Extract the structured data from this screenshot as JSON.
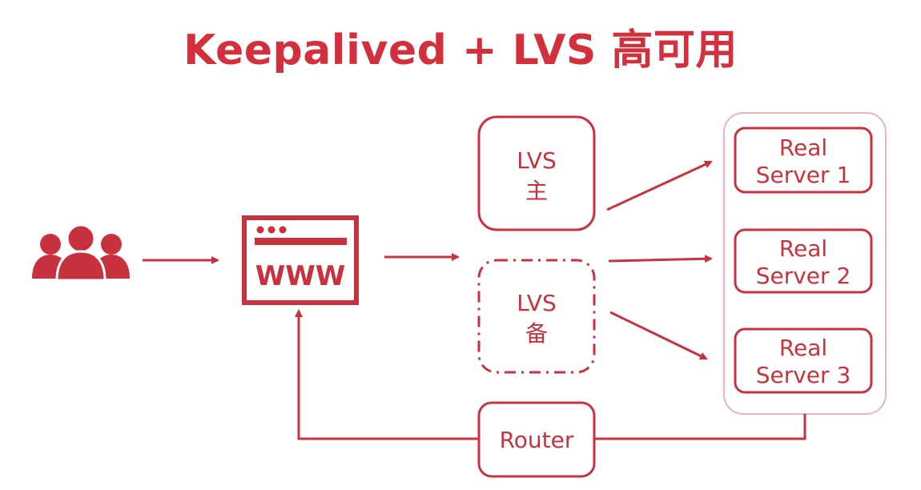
{
  "title": "Keepalived + LVS 高可用",
  "colors": {
    "accent": "#c8323e",
    "group_border": "#e3b7bb"
  },
  "nodes": {
    "users": {
      "icon": "users-icon"
    },
    "web": {
      "label": "WWW",
      "icon": "browser-window-icon"
    },
    "lvs_master": {
      "line1": "LVS",
      "line2": "主"
    },
    "lvs_backup": {
      "line1": "LVS",
      "line2": "备",
      "style": "dash-dot"
    },
    "real_servers": [
      {
        "line1": "Real",
        "line2": "Server 1"
      },
      {
        "line1": "Real",
        "line2": "Server 2"
      },
      {
        "line1": "Real",
        "line2": "Server 3"
      }
    ],
    "router": {
      "label": "Router"
    }
  }
}
